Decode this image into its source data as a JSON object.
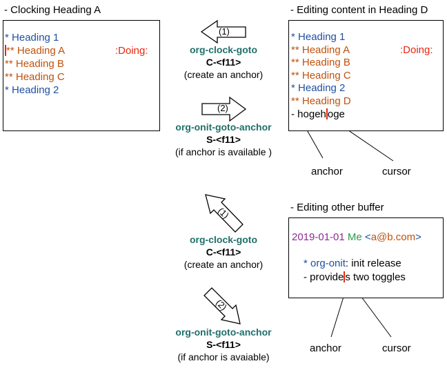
{
  "panels": {
    "top_left": {
      "title": "- Clocking Heading A",
      "lines": [
        {
          "stars": "*",
          "text": "Heading 1"
        },
        {
          "stars": "**",
          "text": "Heading A",
          "tag": ":Doing:"
        },
        {
          "stars": "**",
          "text": "Heading B"
        },
        {
          "stars": "**",
          "text": "Heading C"
        },
        {
          "stars": "*",
          "text": "Heading 2"
        }
      ]
    },
    "top_right": {
      "title": "- Editing content in Heading D",
      "lines": [
        {
          "stars": "*",
          "text": "Heading 1"
        },
        {
          "stars": "**",
          "text": "Heading A",
          "tag": ":Doing:"
        },
        {
          "stars": "**",
          "text": "Heading B"
        },
        {
          "stars": "**",
          "text": "Heading C"
        },
        {
          "stars": "*",
          "text": "Heading 2"
        },
        {
          "stars": "**",
          "text": "Heading D"
        }
      ],
      "body_before": "- hogeh",
      "body_after": "oge"
    },
    "bottom_right": {
      "title": "- Editing other buffer",
      "date": "2019-01-01",
      "author": "Me",
      "email_open": "<",
      "email": "a@b.com",
      "email_close": ">",
      "item_star": "*",
      "item_tag": "org-onit",
      "item_text": ": init release",
      "sub_before": "- provide",
      "sub_after": "s two toggles"
    }
  },
  "commands": {
    "top_goto": {
      "step": "(1)",
      "name": "org-clock-goto",
      "key": "C-<f11>",
      "note": "(create an anchor)"
    },
    "top_anchor": {
      "step": "(2)",
      "name": "org-onit-goto-anchor",
      "key": "S-<f11>",
      "note": "(if anchor is available )"
    },
    "bottom_goto": {
      "step": "(1)",
      "name": "org-clock-goto",
      "key": "C-<f11>",
      "note": "(create an anchor)"
    },
    "bottom_anchor": {
      "step": "(2)",
      "name": "org-onit-goto-anchor",
      "key": "S-<f11>",
      "note": "(if anchor is avaiable)"
    }
  },
  "labels": {
    "top_anchor": "anchor",
    "top_cursor": "cursor",
    "bottom_anchor": "anchor",
    "bottom_cursor": "cursor"
  },
  "colors": {
    "heading1": "#1f4fa0",
    "heading2": "#c0510c",
    "tag": "#e8250c",
    "command": "#1f6f6a",
    "date": "#8e2a94",
    "author": "#2a9a4a"
  }
}
